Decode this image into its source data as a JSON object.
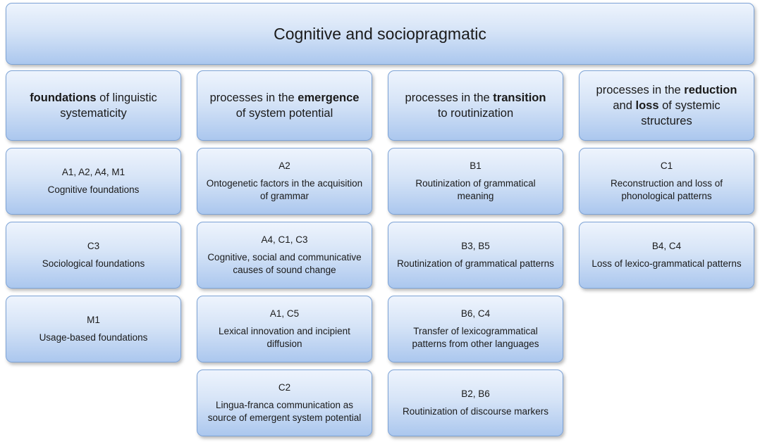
{
  "title": "Cognitive and sociopragmatic",
  "colors": {
    "box_border": "#7da3d6",
    "gradient_top": "#eef4fd",
    "gradient_bottom": "#abc7ee",
    "text": "#1a1a1a"
  },
  "columns": [
    {
      "header": {
        "segments": [
          {
            "text": "foundations",
            "bold": true
          },
          {
            "text": " of linguistic systematicity",
            "bold": false
          }
        ]
      },
      "boxes": [
        {
          "code": "A1, A2, A4, M1",
          "label": "Cognitive foundations"
        },
        {
          "code": "C3",
          "label": "Sociological foundations"
        },
        {
          "code": "M1",
          "label": "Usage-based foundations"
        }
      ]
    },
    {
      "header": {
        "segments": [
          {
            "text": "processes in the ",
            "bold": false
          },
          {
            "text": "emergence",
            "bold": true
          },
          {
            "text": " of system potential",
            "bold": false
          }
        ]
      },
      "boxes": [
        {
          "code": "A2",
          "label": "Ontogenetic factors in the acquisition of grammar"
        },
        {
          "code": "A4, C1, C3",
          "label": "Cognitive, social and communicative causes of sound change"
        },
        {
          "code": "A1, C5",
          "label": "Lexical innovation and incipient diffusion"
        },
        {
          "code": "C2",
          "label": "Lingua-franca communication as source of emergent system potential"
        }
      ]
    },
    {
      "header": {
        "segments": [
          {
            "text": "processes in the ",
            "bold": false
          },
          {
            "text": "transition",
            "bold": true
          },
          {
            "text": " to routinization",
            "bold": false
          }
        ]
      },
      "boxes": [
        {
          "code": "B1",
          "label": "Routinization of grammatical meaning"
        },
        {
          "code": "B3, B5",
          "label": "Routinization of grammatical patterns"
        },
        {
          "code": "B6, C4",
          "label": "Transfer of lexicogrammatical patterns from other languages"
        },
        {
          "code": "B2, B6",
          "label": "Routinization of discourse markers"
        }
      ]
    },
    {
      "header": {
        "segments": [
          {
            "text": "processes in the ",
            "bold": false
          },
          {
            "text": "reduction",
            "bold": true
          },
          {
            "text": " and ",
            "bold": false
          },
          {
            "text": "loss",
            "bold": true
          },
          {
            "text": " of systemic structures",
            "bold": false
          }
        ]
      },
      "boxes": [
        {
          "code": "C1",
          "label": "Reconstruction and loss of phonological patterns"
        },
        {
          "code": "B4, C4",
          "label": "Loss of lexico-grammatical patterns"
        }
      ]
    }
  ]
}
